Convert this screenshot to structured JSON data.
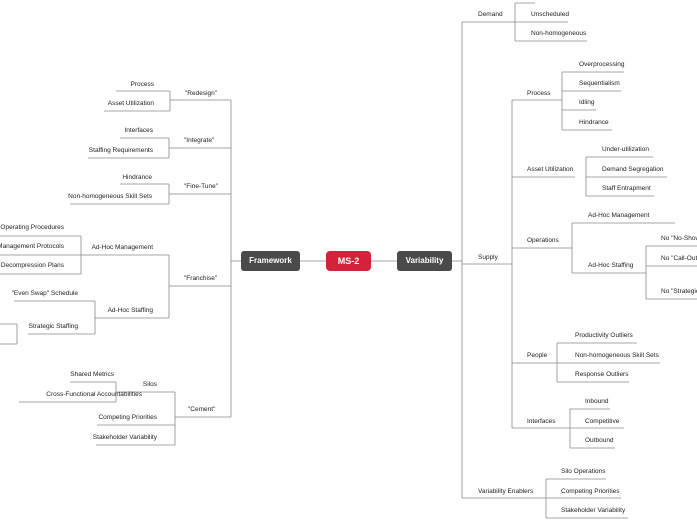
{
  "root": "MS-2",
  "left_branch": "Framework",
  "right_branch": "Variability",
  "labels": {
    "demand": "Demand",
    "unscheduled": "Unscheduled",
    "non_homogeneous_demand": "Non-homogeneous",
    "process": "Process",
    "overprocessing": "Overprocessing",
    "sequentialism": "Sequentialism",
    "idling": "Idling",
    "hindrance_r": "Hindrance",
    "asset_util_r": "Asset Utilization",
    "under_util": "Under-utilization",
    "demand_segregation": "Demand Segregation",
    "staff_entrapment": "Staff Entrapment",
    "operations": "Operations",
    "adhoc_mgmt_r": "Ad-Hoc Management",
    "adhoc_staffing_r": "Ad-Hoc Staffing",
    "no_show": "No \"No-Show\"",
    "call_out": "No \"Call-Out\"",
    "strategic_r": "No \"Strategic\"",
    "supply": "Supply",
    "people": "People",
    "productivity_outliers": "Productivity Outliers",
    "non_homog_skill_r": "Non-homogeneous Skill Sets",
    "response_outliers": "Response Outliers",
    "interfaces_r": "Interfaces",
    "inbound": "Inbound",
    "competitive": "Competitive",
    "outbound": "Outbound",
    "variability_enablers": "Variability Enablers",
    "silo_operations": "Silo Operations",
    "competing_priorities_r": "Competing Priorities",
    "stakeholder_var_r": "Stakeholder Variability",
    "redesign": "\"Redesign\"",
    "process_l": "Process",
    "asset_util_l": "Asset Utilization",
    "integrate": "\"Integrate\"",
    "interfaces_l": "Interfaces",
    "staffing_req": "Staffing Requirements",
    "fine_tune": "\"Fine-Tune\"",
    "hindrance_l": "Hindrance",
    "non_homog_skill_l": "Non-homogeneous Skill Sets",
    "franchise": "\"Franchise\"",
    "adhoc_mgmt_l": "Ad-Hoc Management",
    "operating_procedures": "Operating Procedures",
    "mgmt_protocols": "Management Protocols",
    "decompression_plans": "Decompression Plans",
    "adhoc_staffing_l": "Ad-Hoc Staffing",
    "even_swap": "\"Even Swap\" Schedule",
    "strategic_staffing": "Strategic Staffing",
    "cement": "\"Cement\"",
    "silos": "Silos",
    "shared_metrics": "Shared Metrics",
    "cross_functional": "Cross-Functional Accountabilities",
    "competing_priorities_l": "Competing Priorities",
    "stakeholder_var_l": "Stakeholder Variability"
  },
  "colors": {
    "root": "#d6213a",
    "branch": "#4a4a4a",
    "line": "#8a8a8a",
    "text": "#222222"
  }
}
